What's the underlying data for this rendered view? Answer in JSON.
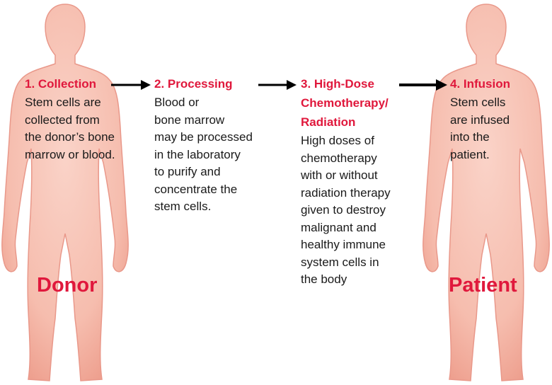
{
  "steps": [
    {
      "title": "1. Collection",
      "lines": [
        "Stem cells are",
        "collected from",
        "the donor’s bone",
        "marrow or blood."
      ]
    },
    {
      "title": "2. Processing",
      "lines": [
        "Blood or",
        "bone marrow",
        "may be processed",
        "in the laboratory",
        "to purify and",
        "concentrate the",
        "stem cells."
      ]
    },
    {
      "title_lines": [
        "3. High-Dose",
        "Chemotherapy/",
        "Radiation"
      ],
      "lines": [
        "High doses of",
        "chemotherapy",
        "with or without",
        "radiation therapy",
        "given to destroy",
        "malignant and",
        "healthy immune",
        "system cells in",
        "the body"
      ]
    },
    {
      "title": "4. Infusion",
      "lines": [
        "Stem cells",
        "are infused",
        "into the",
        "patient."
      ]
    }
  ],
  "labels": {
    "donor": "Donor",
    "patient": "Patient"
  },
  "colors": {
    "accent": "#e0183c",
    "body_fill": "#f7c2b5",
    "body_edge": "#e9988a",
    "text": "#1a1a1a",
    "arrow": "#000000"
  },
  "icons": [
    "donor-body-silhouette",
    "patient-body-silhouette",
    "right-arrow-icon"
  ]
}
